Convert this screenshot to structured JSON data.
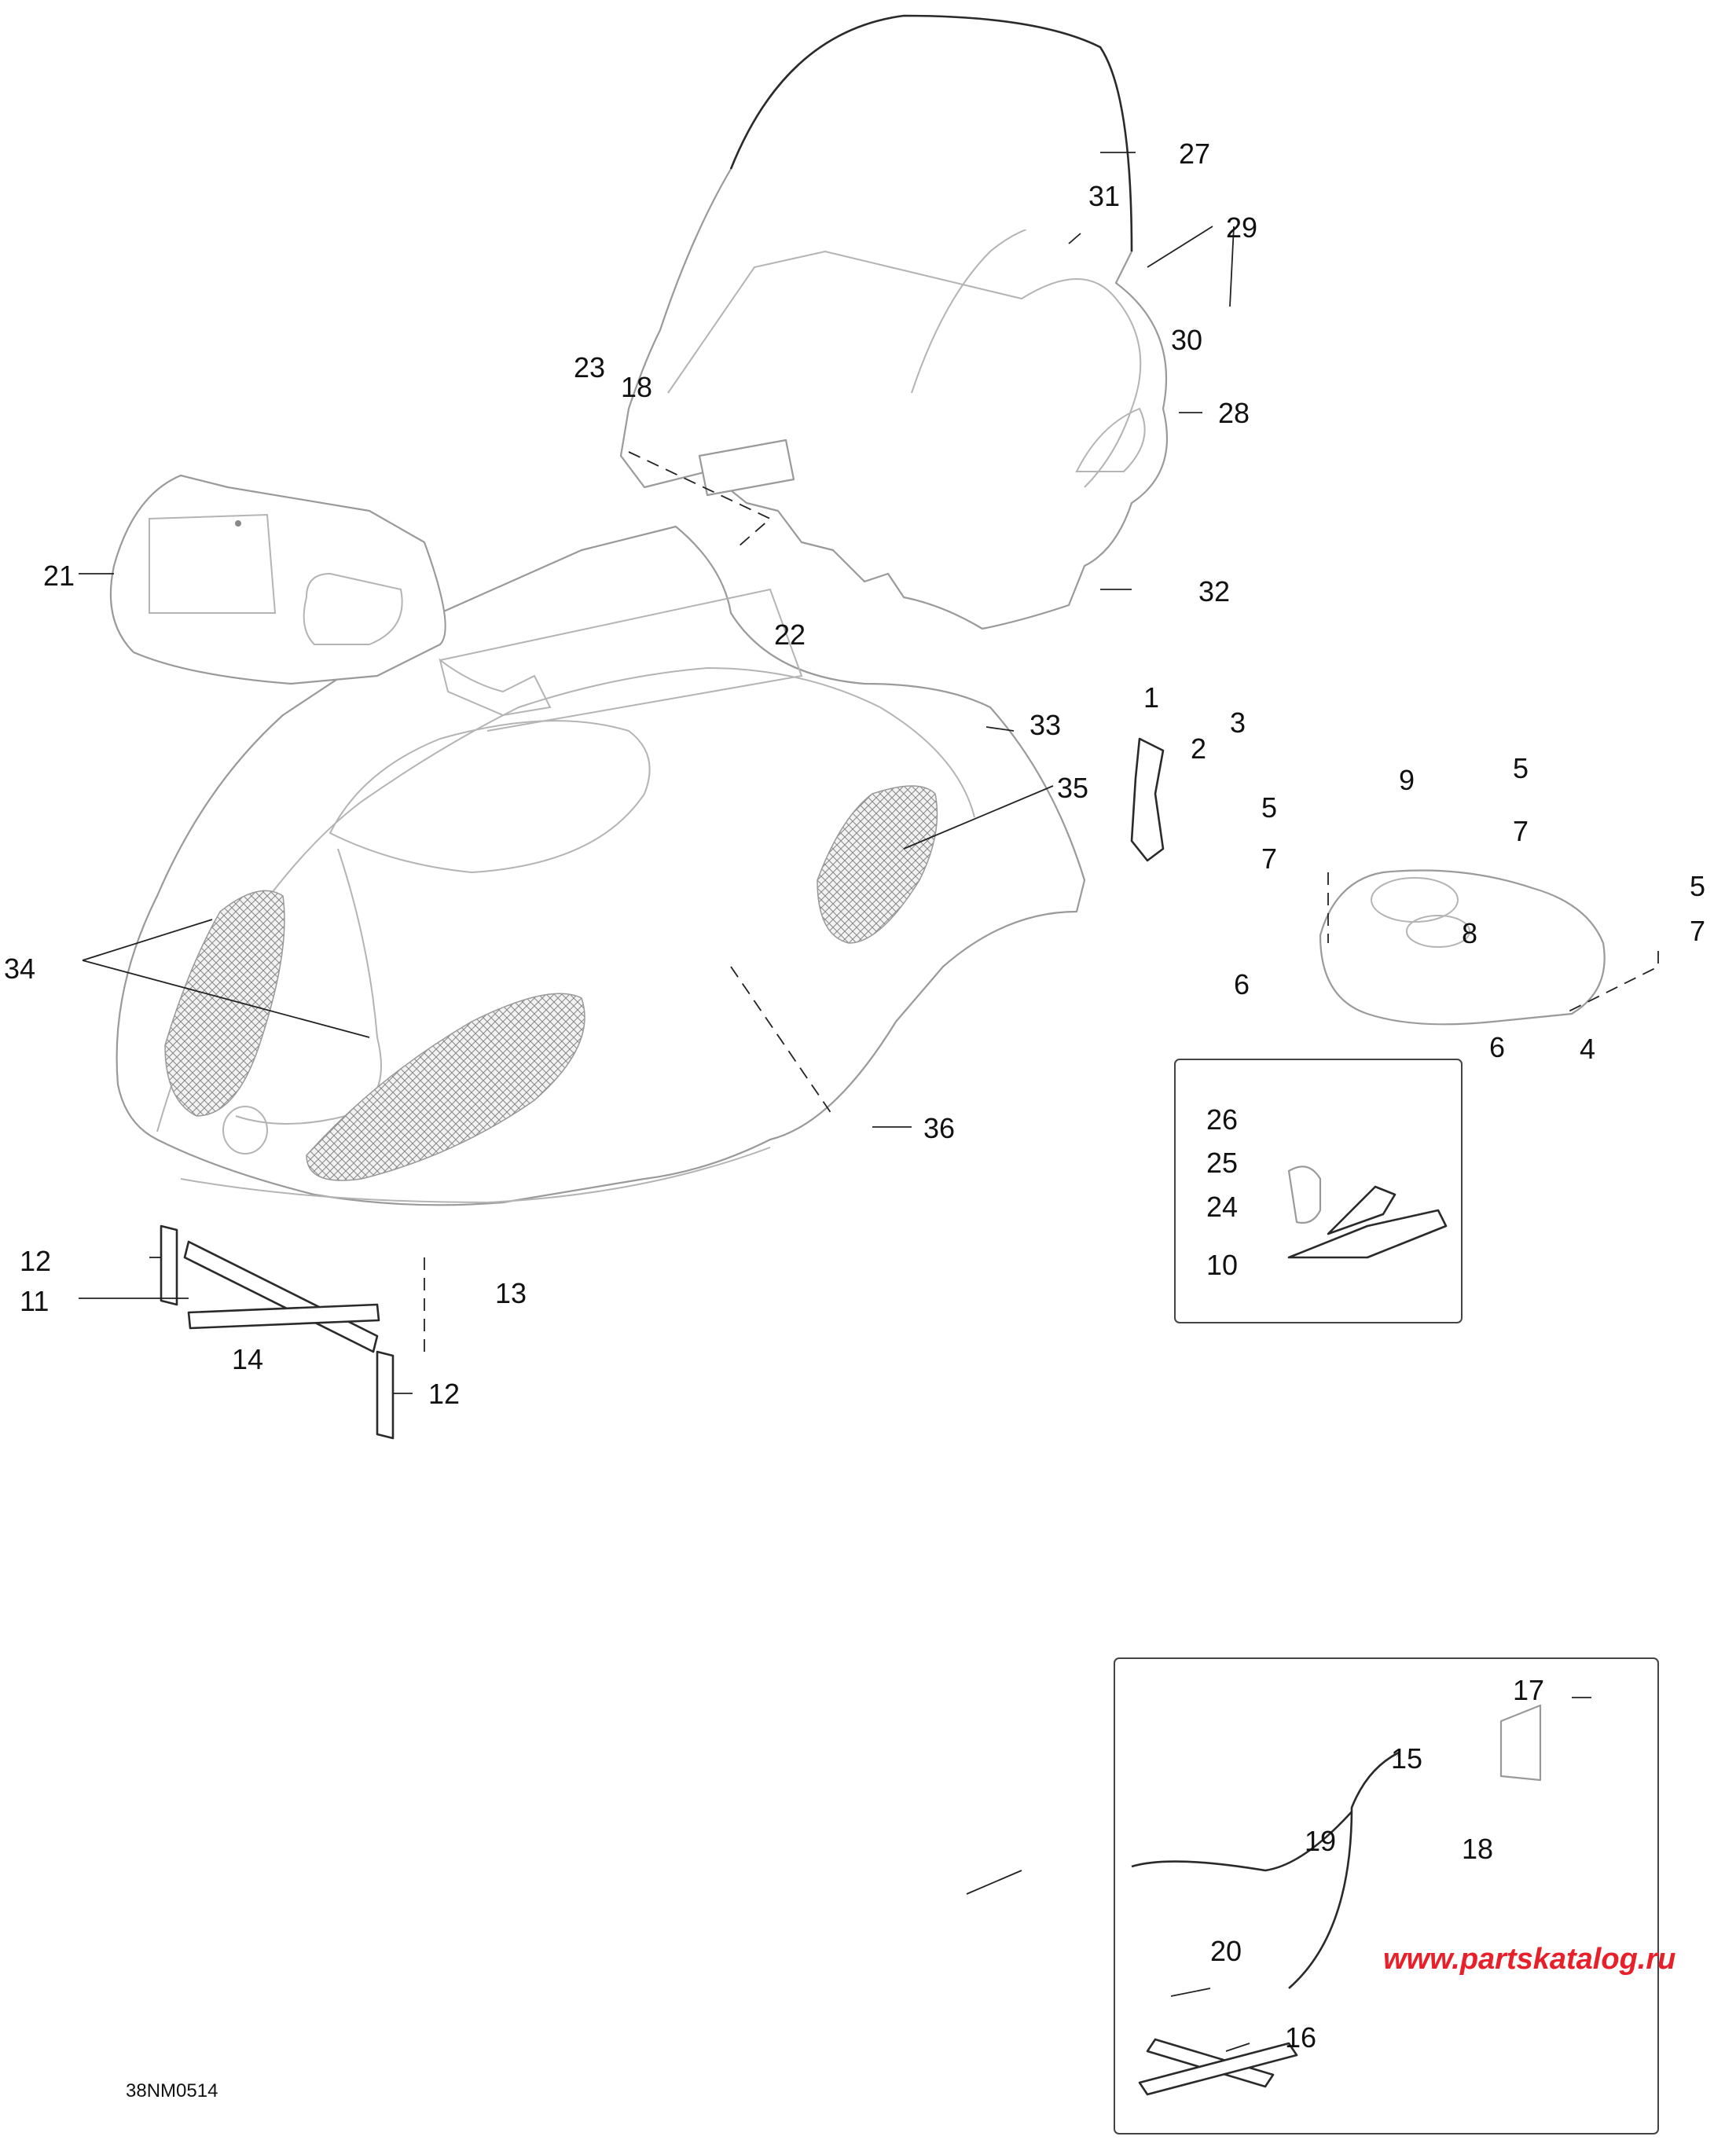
{
  "diagram_code": "38NM0514",
  "watermark": "www.partskatalog.ru",
  "colors": {
    "line": "#222222",
    "part_outline": "#9a9a9a",
    "watermark": "#e8202a"
  },
  "callouts": [
    "1",
    "2",
    "3",
    "4",
    "5",
    "5",
    "5",
    "6",
    "6",
    "7",
    "7",
    "7",
    "8",
    "9",
    "10",
    "11",
    "12",
    "12",
    "13",
    "14",
    "15",
    "16",
    "17",
    "18",
    "18",
    "19",
    "20",
    "21",
    "22",
    "23",
    "24",
    "25",
    "26",
    "27",
    "28",
    "29",
    "30",
    "31",
    "32",
    "33",
    "34",
    "35",
    "36"
  ]
}
